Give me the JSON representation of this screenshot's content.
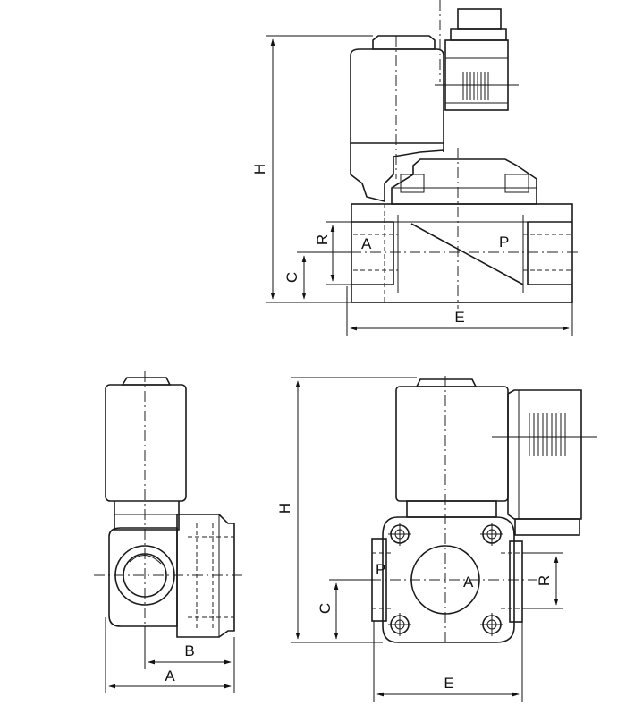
{
  "diagram": {
    "top_view": {
      "dim_height": "H",
      "dim_c": "C",
      "dim_r": "R",
      "dim_e": "E",
      "port_a": "A",
      "port_p": "P"
    },
    "side_view": {
      "dim_a": "A",
      "dim_b": "B"
    },
    "front_view": {
      "dim_height": "H",
      "dim_c": "C",
      "dim_r": "R",
      "dim_e": "E",
      "port_a": "A",
      "port_p": "P"
    }
  }
}
